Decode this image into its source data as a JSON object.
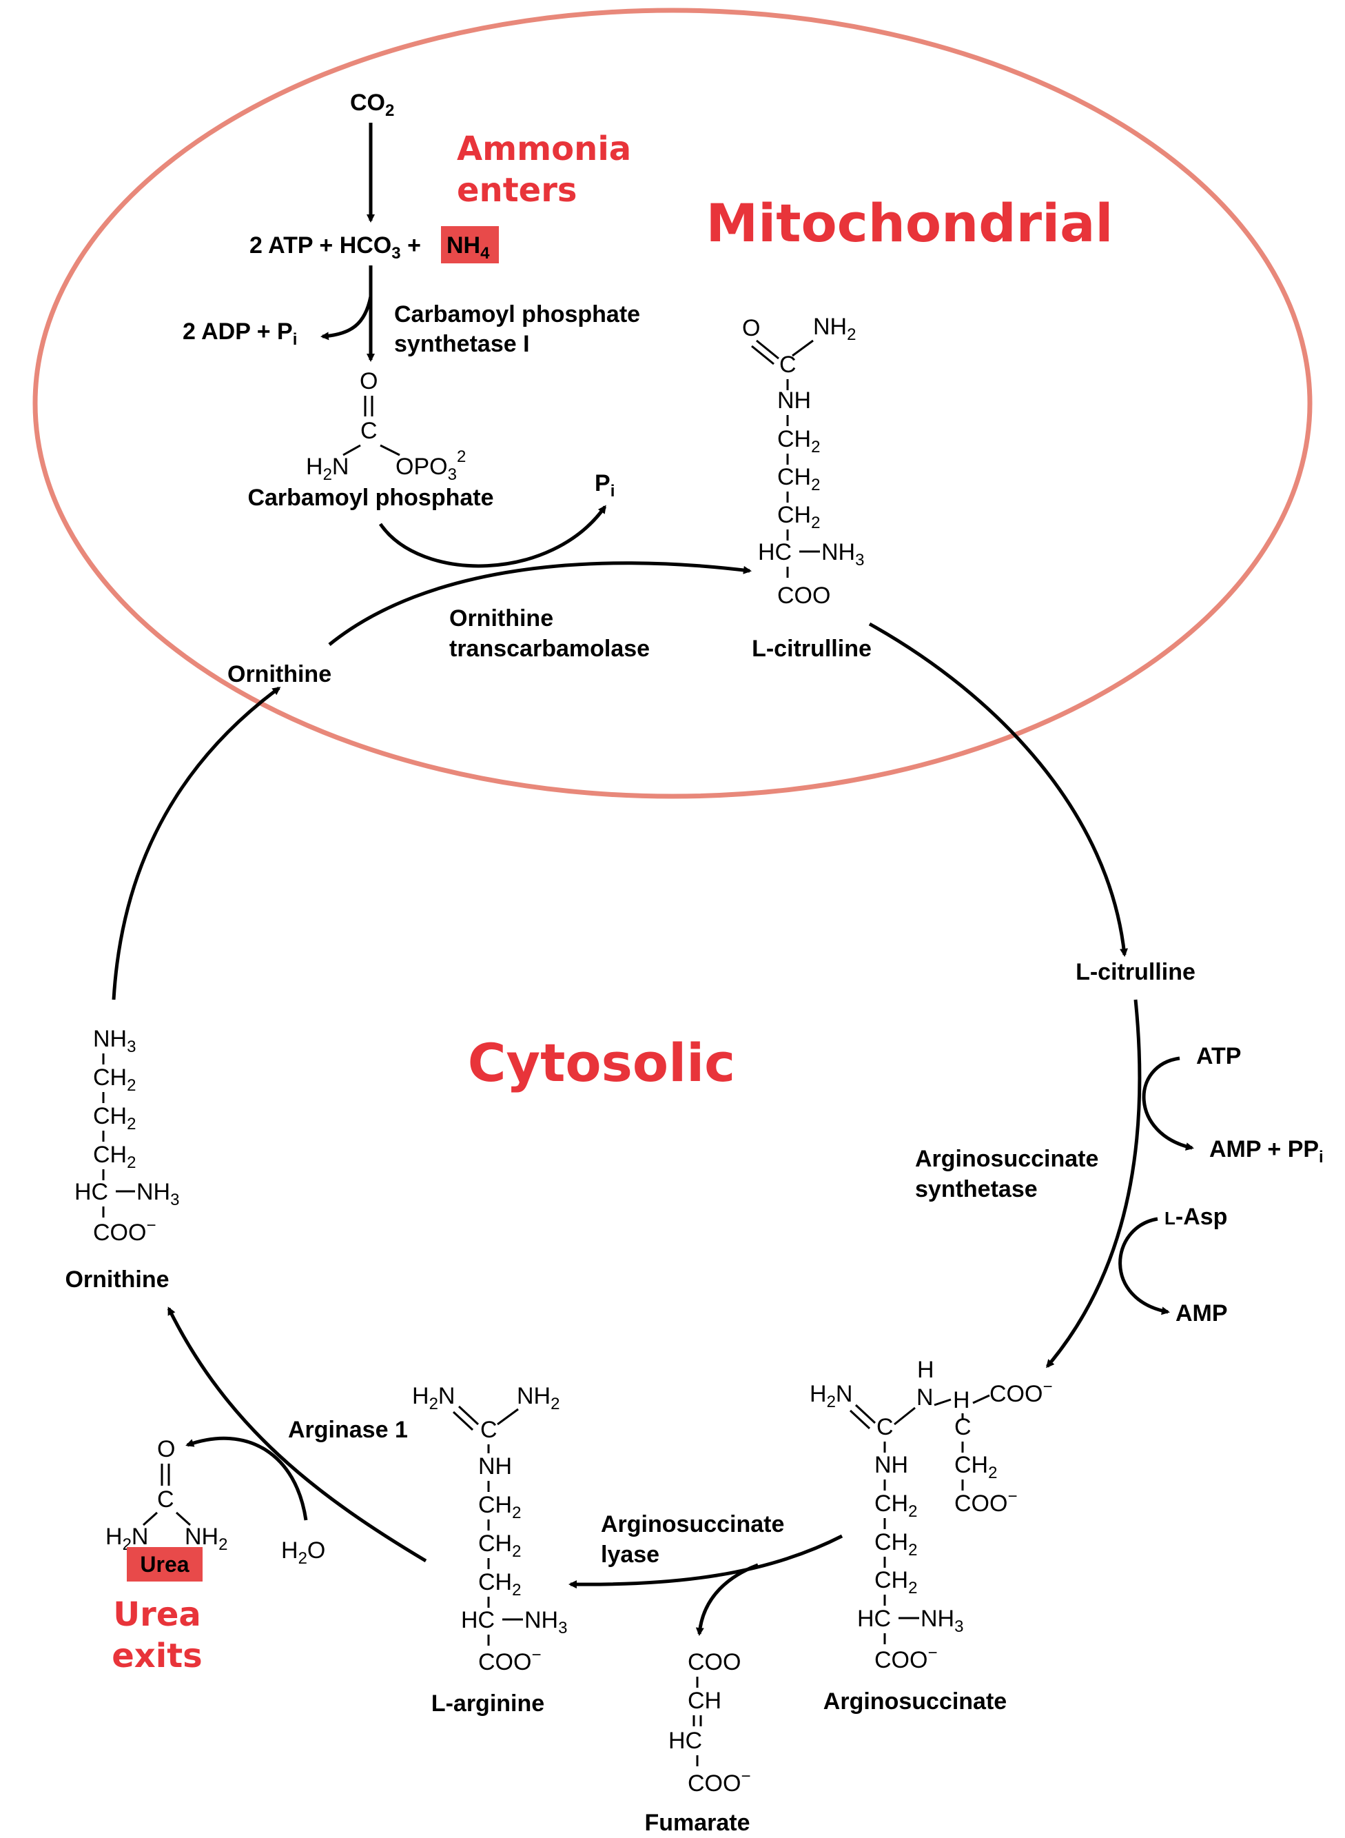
{
  "colors": {
    "membrane": "#e8887a",
    "accent_red": "#e8343a",
    "highlight_box": "#e84a4a",
    "line": "#000000"
  },
  "compartments": {
    "mitochondrial": "Mitochondrial",
    "cytosolic": "Cytosolic"
  },
  "callouts": {
    "ammonia_line1": "Ammonia",
    "ammonia_line2": "enters",
    "urea_line1": "Urea",
    "urea_line2": "exits"
  },
  "reactants": {
    "co2_main": "CO",
    "co2_sub": "2",
    "atp_hco3_1": "2 ATP + HCO",
    "atp_hco3_sub": "3",
    "atp_hco3_plus": " +",
    "nh4_main": "NH",
    "nh4_sub": "4",
    "adp_main": "2 ADP + P",
    "adp_sub": "i",
    "pi_main": "P",
    "pi_sub": "i"
  },
  "enzymes": {
    "cps1_line1": "Carbamoyl phosphate",
    "cps1_line2": "synthetase I",
    "otc_line1": "Ornithine",
    "otc_line2": "transcarbamolase",
    "ass_line1": "Arginosuccinate",
    "ass_line2": "synthetase",
    "asl_line1": "Arginosuccinate",
    "asl_line2": "lyase",
    "arginase": "Arginase 1"
  },
  "cofactors": {
    "atp": "ATP",
    "amp_ppi_main": "AMP + PP",
    "amp_ppi_sub": "i",
    "l_asp_prefix": "L",
    "l_asp_rest": "-Asp",
    "amp": "AMP",
    "h2o_h": "H",
    "h2o_sub": "2",
    "h2o_o": "O"
  },
  "compounds": {
    "carbamoyl_phosphate": "Carbamoyl phosphate",
    "l_citrulline_mito": "L-citrulline",
    "ornithine_mito": "Ornithine",
    "l_citrulline_cyto": "L-citrulline",
    "arginosuccinate": "Arginosuccinate",
    "l_arginine": "L-arginine",
    "fumarate": "Fumarate",
    "ornithine_cyto": "Ornithine",
    "urea": "Urea"
  },
  "atoms": {
    "O": "O",
    "C": "C",
    "H": "H",
    "N": "N",
    "NH": "NH",
    "NH2": "NH",
    "CH2": "CH",
    "HC": "HC",
    "CH": "CH",
    "COO": "COO",
    "NH3": "NH",
    "H2N": "H",
    "OPO3": "OPO",
    "two": "2",
    "three": "3",
    "minus": "−"
  }
}
